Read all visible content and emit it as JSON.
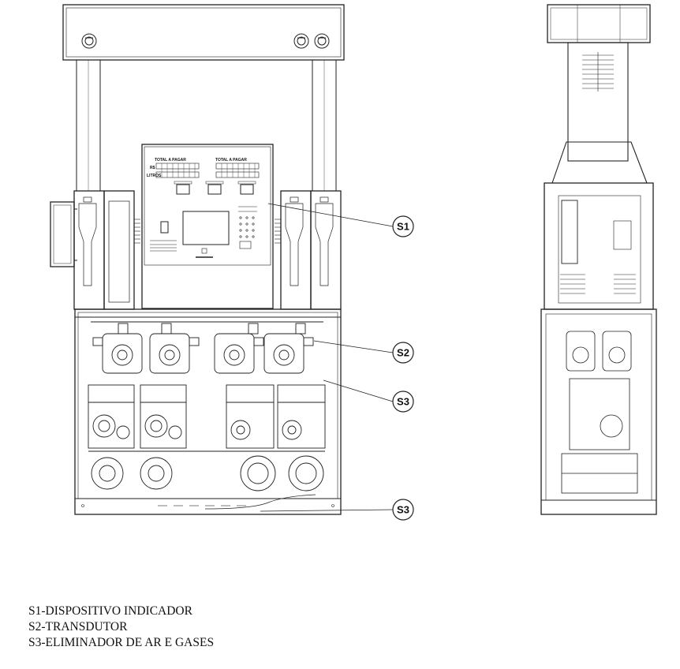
{
  "display": {
    "panel_left_title": "TOTAL A PAGAR",
    "panel_right_title": "TOTAL A PAGAR",
    "currency_label": "R$",
    "liters_label": "LITROS"
  },
  "callouts": [
    {
      "label": "S1"
    },
    {
      "label": "S2"
    },
    {
      "label": "S3"
    },
    {
      "label": "S3"
    }
  ],
  "legend": [
    {
      "text": "S1-DISPOSITIVO INDICADOR"
    },
    {
      "text": "S2-TRANSDUTOR"
    },
    {
      "text": "S3-ELIMINADOR DE AR E GASES"
    }
  ]
}
